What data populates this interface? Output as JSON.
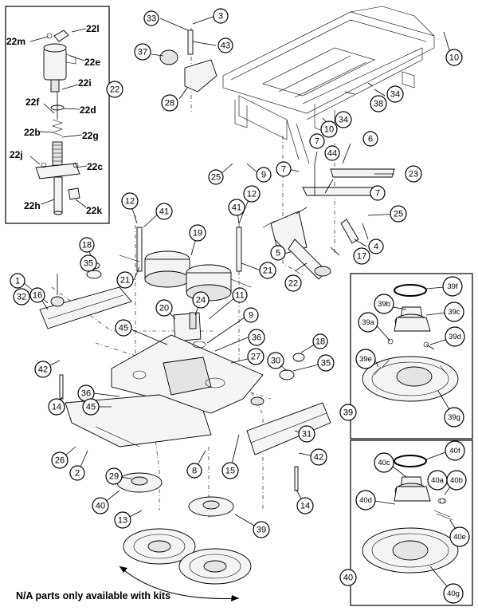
{
  "footnote": "N/A parts only available with kits",
  "callouts": {
    "c1": "1",
    "c2": "2",
    "c3": "3",
    "c4": "4",
    "c5": "5",
    "c6": "6",
    "c7": "7",
    "c7b": "7",
    "c7c": "7",
    "c8": "8",
    "c9": "9",
    "c9b": "9",
    "c10": "10",
    "c10b": "10",
    "c11": "11",
    "c12": "12",
    "c12b": "12",
    "c13": "13",
    "c14": "14",
    "c14b": "14",
    "c15": "15",
    "c16": "16",
    "c17": "17",
    "c18": "18",
    "c18b": "18",
    "c19": "19",
    "c20": "20",
    "c21": "21",
    "c21b": "21",
    "c22": "22",
    "c22b": "22",
    "c23": "23",
    "c24": "24",
    "c25": "25",
    "c25b": "25",
    "c26": "26",
    "c27": "27",
    "c28": "28",
    "c29": "29",
    "c30": "30",
    "c31": "31",
    "c32": "32",
    "c33": "33",
    "c34": "34",
    "c34b": "34",
    "c35": "35",
    "c35b": "35",
    "c36": "36",
    "c36b": "36",
    "c37": "37",
    "c38": "38",
    "c39": "39",
    "c39b": "39",
    "c40": "40",
    "c40b": "40",
    "c41": "41",
    "c41b": "41",
    "c42": "42",
    "c42b": "42",
    "c43": "43",
    "c44": "44",
    "c45": "45",
    "c45b": "45",
    "c39a": "39a",
    "c39b_": "39b",
    "c39c": "39c",
    "c39d": "39d",
    "c39e": "39e",
    "c39f": "39f",
    "c39g": "39g",
    "c40a": "40a",
    "c40b_": "40b",
    "c40c": "40c",
    "c40d": "40d",
    "c40e": "40e",
    "c40f": "40f",
    "c40g": "40g"
  },
  "inset_labels": {
    "l22m": "22m",
    "l22l": "22l",
    "l22e": "22e",
    "l22i": "22i",
    "l22f": "22f",
    "l22d": "22d",
    "l22b": "22b",
    "l22g": "22g",
    "l22j": "22j",
    "l22c": "22c",
    "l22h": "22h",
    "l22k": "22k"
  }
}
